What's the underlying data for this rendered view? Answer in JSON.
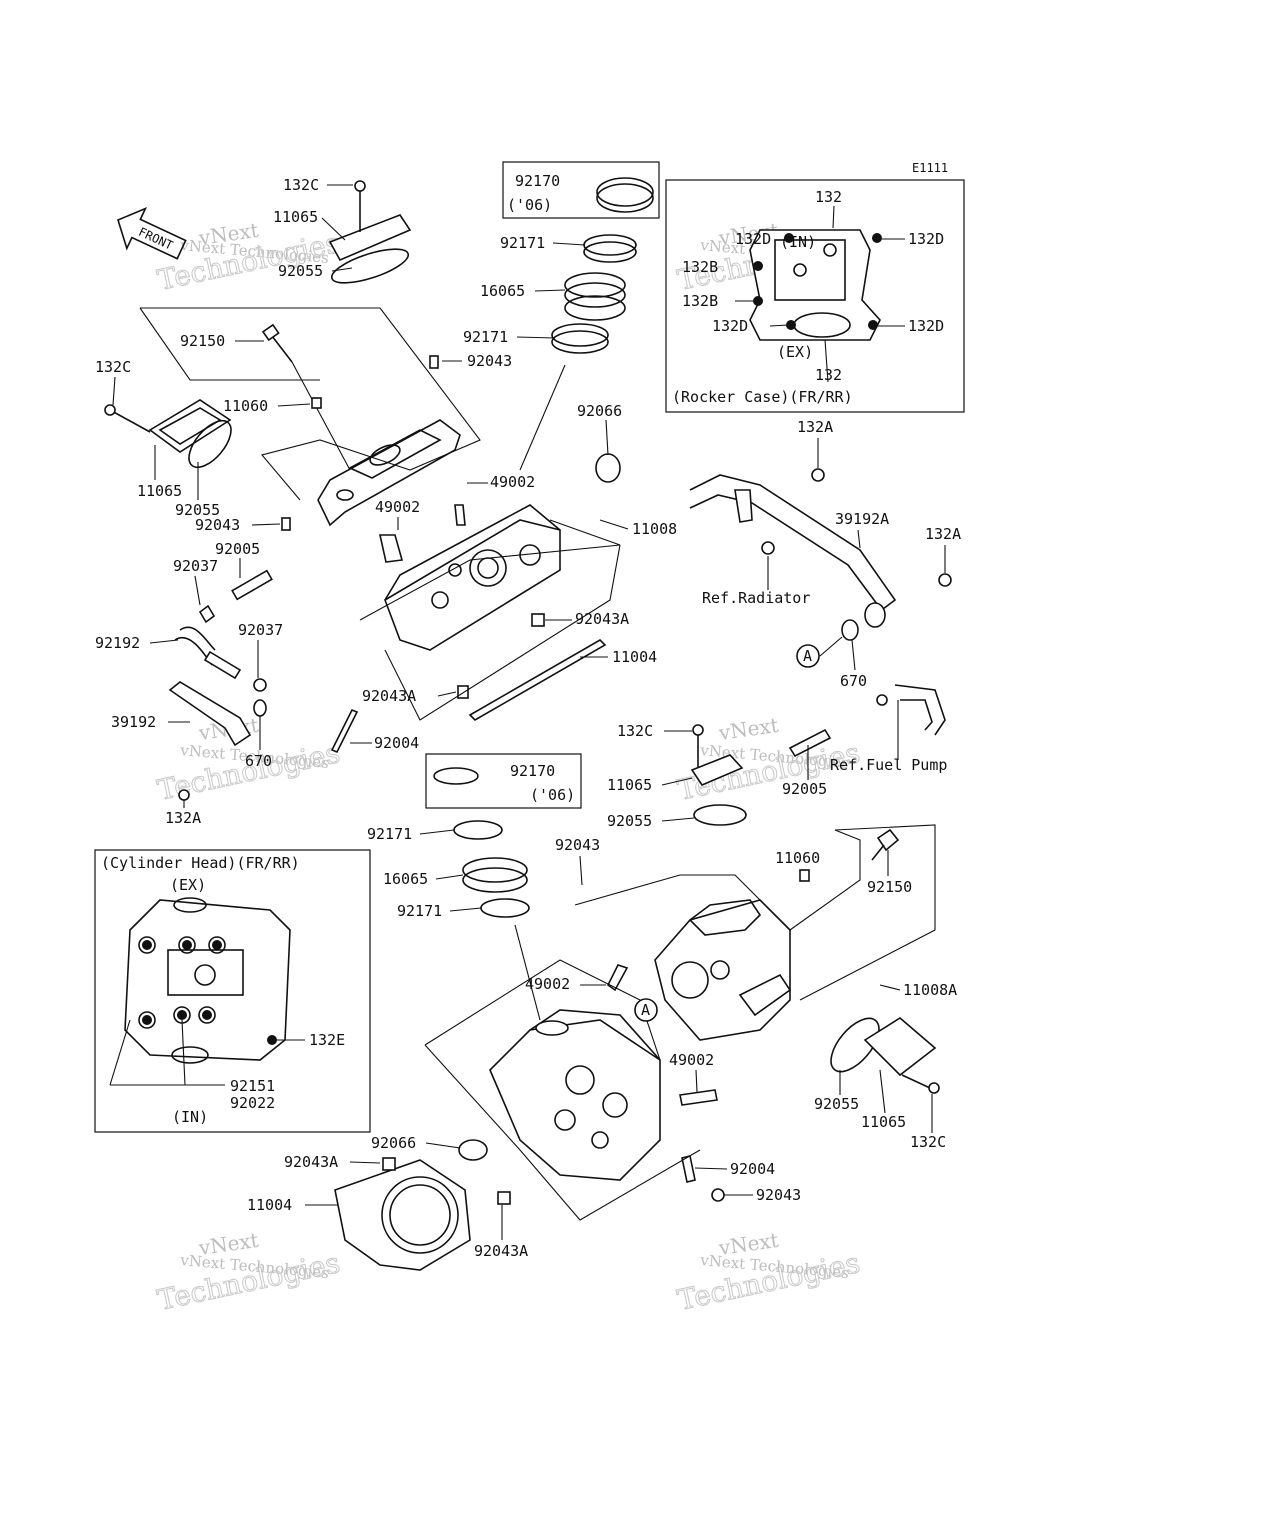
{
  "diagram_id": "E1111",
  "front_arrow": "FRONT",
  "watermark": {
    "line1": "vNext",
    "line2": "vNext Technologies",
    "line3": "Technologies"
  },
  "insets": {
    "rocker_case": {
      "title": "(Rocker Case)(FR/RR)",
      "in_label": "(IN)",
      "ex_label": "(EX)"
    },
    "cylinder_head": {
      "title": "(Cylinder Head)(FR/RR)",
      "ex_label": "(EX)",
      "in_label": "(IN)"
    },
    "clamp_top": {
      "part": "92170",
      "year": "('06)"
    },
    "clamp_mid": {
      "part": "92170",
      "year": "('06)"
    }
  },
  "labels": [
    "132C",
    "11065",
    "92055",
    "92150",
    "11060",
    "132C",
    "11065",
    "92055",
    "92043",
    "92005",
    "92037",
    "92192",
    "92037",
    "39192",
    "670",
    "132A",
    "49002",
    "92043",
    "92171",
    "16065",
    "92171",
    "92066",
    "49002",
    "11008",
    "92043A",
    "11004",
    "92043A",
    "92004",
    "132",
    "132D",
    "132D",
    "132B",
    "132B",
    "132D",
    "132D",
    "132",
    "132A",
    "39192A",
    "132A",
    "Ref.Radiator",
    "670",
    "Ref.Fuel Pump",
    "132C",
    "11065",
    "92005",
    "92055",
    "92171",
    "16065",
    "92171",
    "92043",
    "11060",
    "92150",
    "11008A",
    "49002",
    "49002",
    "92066",
    "92004",
    "92043",
    "92055",
    "11065",
    "132C",
    "92043A",
    "11004",
    "92043A",
    "132E",
    "92151",
    "92022"
  ],
  "callout": "A"
}
